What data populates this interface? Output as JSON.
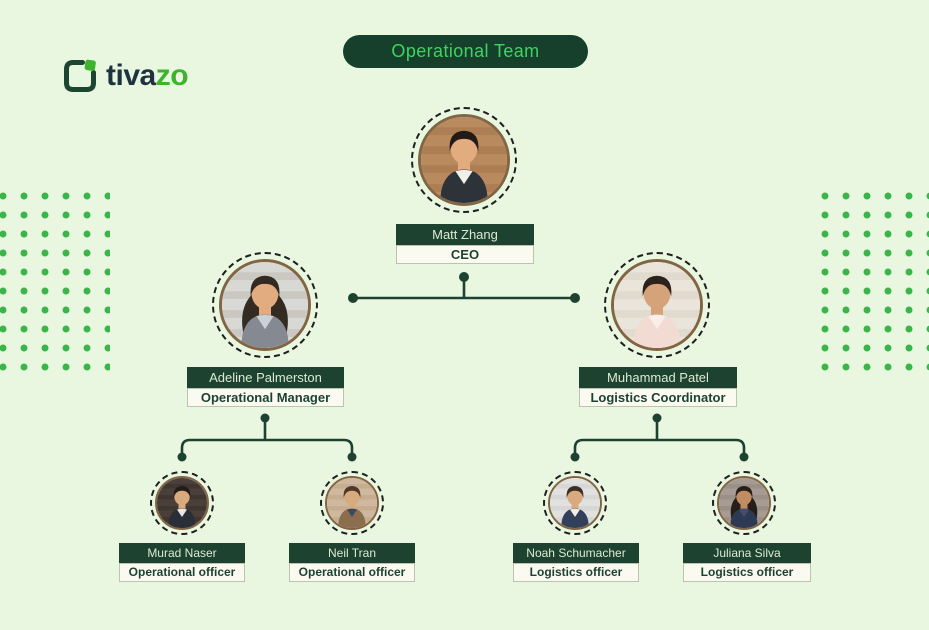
{
  "theme": {
    "bg": "#e9f7e1",
    "ink": "#1d4230",
    "pill-bg": "#16402b",
    "pill-text": "#3fd35f",
    "name-text": "#dcead3",
    "cream": "#fbfaf0",
    "cream-border": "#bcc3ae",
    "dot": "#3bb54a",
    "ring": "#826544",
    "dash": "#1f1f1f",
    "logo-dark": "#1e3240",
    "logo-green": "#3db32e",
    "logo-outline": "#1c4532"
  },
  "brand": {
    "name_dark": "tiva",
    "name_green": "zo"
  },
  "header": {
    "team_label": "Operational Team"
  },
  "org": {
    "ceo": {
      "name": "Matt Zhang",
      "title": "CEO",
      "avatar": {
        "bg1": "#b98a5e",
        "bg2": "#a06f47",
        "hair": "#221b15",
        "skin": "#e3ac7e",
        "suit": "#2e3339",
        "shirt": "#f1efe9"
      }
    },
    "managers": [
      {
        "name": "Adeline Palmerston",
        "title": "Operational Manager",
        "avatar": {
          "bg1": "#d8d8d4",
          "bg2": "#bcb6ad",
          "hair": "#332a22",
          "skin": "#e2ab80",
          "suit": "#858a92",
          "shirt": "#ccd1d5",
          "style": "long"
        }
      },
      {
        "name": "Muhammad Patel",
        "title": "Logistics Coordinator",
        "avatar": {
          "bg1": "#eae5db",
          "bg2": "#d6cfc2",
          "hair": "#2b221b",
          "skin": "#d4a37a",
          "suit": "#f2dbd2",
          "shirt": "#f9efe9"
        }
      }
    ],
    "officers": [
      {
        "name": "Murad Naser",
        "title": "Operational officer",
        "avatar": {
          "bg1": "#4a3f39",
          "bg2": "#362d28",
          "hair": "#241d17",
          "skin": "#d9aa7d",
          "suit": "#2a2e36",
          "shirt": "#e9e7e3"
        }
      },
      {
        "name": "Neil Tran",
        "title": "Operational officer",
        "avatar": {
          "bg1": "#cfb89e",
          "bg2": "#bba083",
          "hair": "#4d3926",
          "skin": "#d9aa7d",
          "suit": "#8c6d4d",
          "shirt": "#3a4b60"
        }
      },
      {
        "name": "Noah Schumacher",
        "title": "Logistics officer",
        "avatar": {
          "bg1": "#e1e1df",
          "bg2": "#cdcdc9",
          "hair": "#3b2f25",
          "skin": "#d9aa7d",
          "suit": "#33405a",
          "shirt": "#efeeeb"
        }
      },
      {
        "name": "Juliana Silva",
        "title": "Logistics officer",
        "avatar": {
          "bg1": "#a79c94",
          "bg2": "#8e837b",
          "hair": "#261e18",
          "skin": "#c28c62",
          "suit": "#2e3a53",
          "shirt": "#41506b",
          "style": "long"
        }
      }
    ]
  }
}
